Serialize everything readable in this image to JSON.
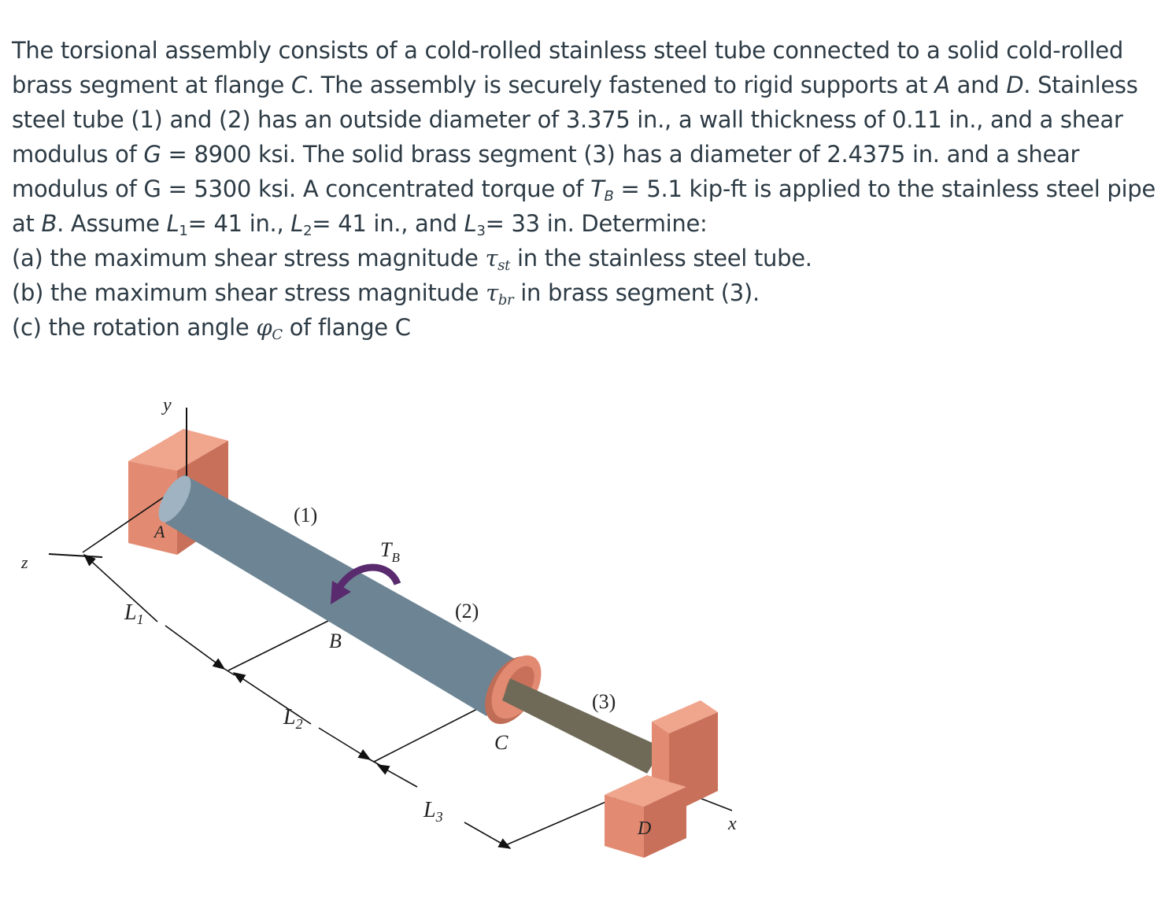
{
  "problem": {
    "p1": {
      "s1": "The torsional assembly consists of a cold-rolled stainless steel tube connected to a solid cold-rolled brass segment at flange ",
      "C": "C",
      "s2": ". The assembly is securely fastened to rigid supports at ",
      "A": "A",
      "s3": " and ",
      "D": "D",
      "s4": ". Stainless steel tube (1) and (2) has an outside diameter of 3.375 in., a wall thickness of 0.11 in., and a shear modulus of ",
      "G1": "G",
      "s5": " = 8900 ksi. The solid brass segment (3) has a diameter of 2.4375 in. and a shear modulus of G = 5300 ksi. A concentrated torque of ",
      "T": "T",
      "Tsub": "B",
      "s6": " = 5.1 kip-ft is applied to the stainless steel pipe at ",
      "B": "B",
      "s7": ". Assume ",
      "L1": "L",
      "L1sub": "1",
      "s8": "= 41 in., ",
      "L2": "L",
      "L2sub": "2",
      "s9": "= 41 in., and ",
      "L3": "L",
      "L3sub": "3",
      "s10": "= 33 in. Determine:"
    },
    "qa": {
      "pre": "(a) the maximum shear stress magnitude ",
      "sym": "τ",
      "sub": "st",
      "post": " in the stainless steel tube."
    },
    "qb": {
      "pre": "(b) the maximum shear stress magnitude ",
      "sym": "τ",
      "sub": "br",
      "post": " in brass segment (3)."
    },
    "qc": {
      "pre": "(c) the rotation angle ",
      "sym": "φ",
      "sub": "C",
      "post": " of flange C"
    }
  },
  "figure": {
    "axis_y": "y",
    "axis_z": "z",
    "axis_x": "x",
    "label_A": "A",
    "label_B": "B",
    "label_C": "C",
    "label_D": "D",
    "label_1": "(1)",
    "label_2": "(2)",
    "label_3": "(3)",
    "label_T": "T",
    "label_Tsub": "B",
    "label_L1": "L",
    "label_L1sub": "1",
    "label_L2": "L",
    "label_L2sub": "2",
    "label_L3": "L",
    "label_L3sub": "3"
  },
  "colors": {
    "support": "#e28b72",
    "steel": "#b6cad8",
    "brass": "#a09a85",
    "torque_arrow": "#5a2a6e"
  }
}
